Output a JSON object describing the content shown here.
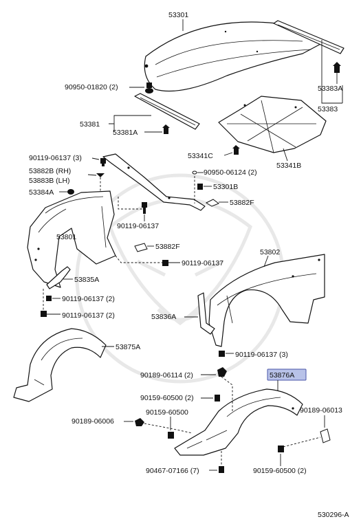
{
  "diagram": {
    "labels": {
      "hood": "53301",
      "hood_seal_part": "53383A",
      "hood_seal_group": "53383",
      "hood_cushion": "90950-01820 (2)",
      "seal_set": "53381",
      "seal_set_a": "53381A",
      "hood_insulator_clip": "53341C",
      "hood_insulator": "53341B",
      "bolt_1": "90119-06137 (3)",
      "fender_liner_rh": "53882B (RH)",
      "fender_liner_lh": "53883B (LH)",
      "clip_53384a": "53384A",
      "grommet_top": "90950-06124 (2)",
      "hood_bumper": "53301B",
      "bracket_53882f_top": "53882F",
      "bolt_2": "90119-06137",
      "apron": "53801",
      "bracket_53882f": "53882F",
      "bolt_3": "90119-06137",
      "fender": "53802",
      "brace_53835a": "53835A",
      "bolt_4": "90119-06137 (2)",
      "bolt_5": "90119-06137 (2)",
      "brace_53836a": "53836A",
      "bolt_6": "90119-06137 (3)",
      "liner_left": "53875A",
      "liner_right": "53876A",
      "screw_1": "90189-06114 (2)",
      "clip_1": "90159-60500 (2)",
      "screw_2": "90189-06006",
      "clip_2": "90159-60500",
      "screw_3": "90189-06013",
      "clip_3": "90467-07166 (7)",
      "clip_4": "90159-60500 (2)",
      "diagram_id": "530296-A"
    },
    "highlighted_part": "53876A",
    "highlight_color": "#b8c2e8"
  }
}
